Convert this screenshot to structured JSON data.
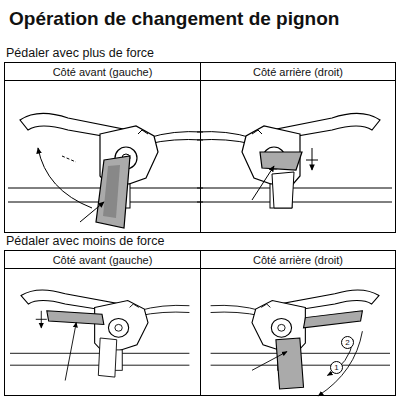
{
  "diagram": {
    "title": "Opération de changement de pignon",
    "nodes": [
      {
        "text": [
          "Côté avant (gauche)"
        ]
      },
      {
        "text": [
          "Côté arrière (droit)"
        ]
      },
      {
        "text": [
          "Côté avant (gauche)"
        ]
      },
      {
        "text": [
          "Côté arrière (droit)"
        ]
      }
    ],
    "labels": [
      "Pédaler avec plus de force",
      "Pédaler avec moins de force",
      "2",
      "1"
    ]
  }
}
